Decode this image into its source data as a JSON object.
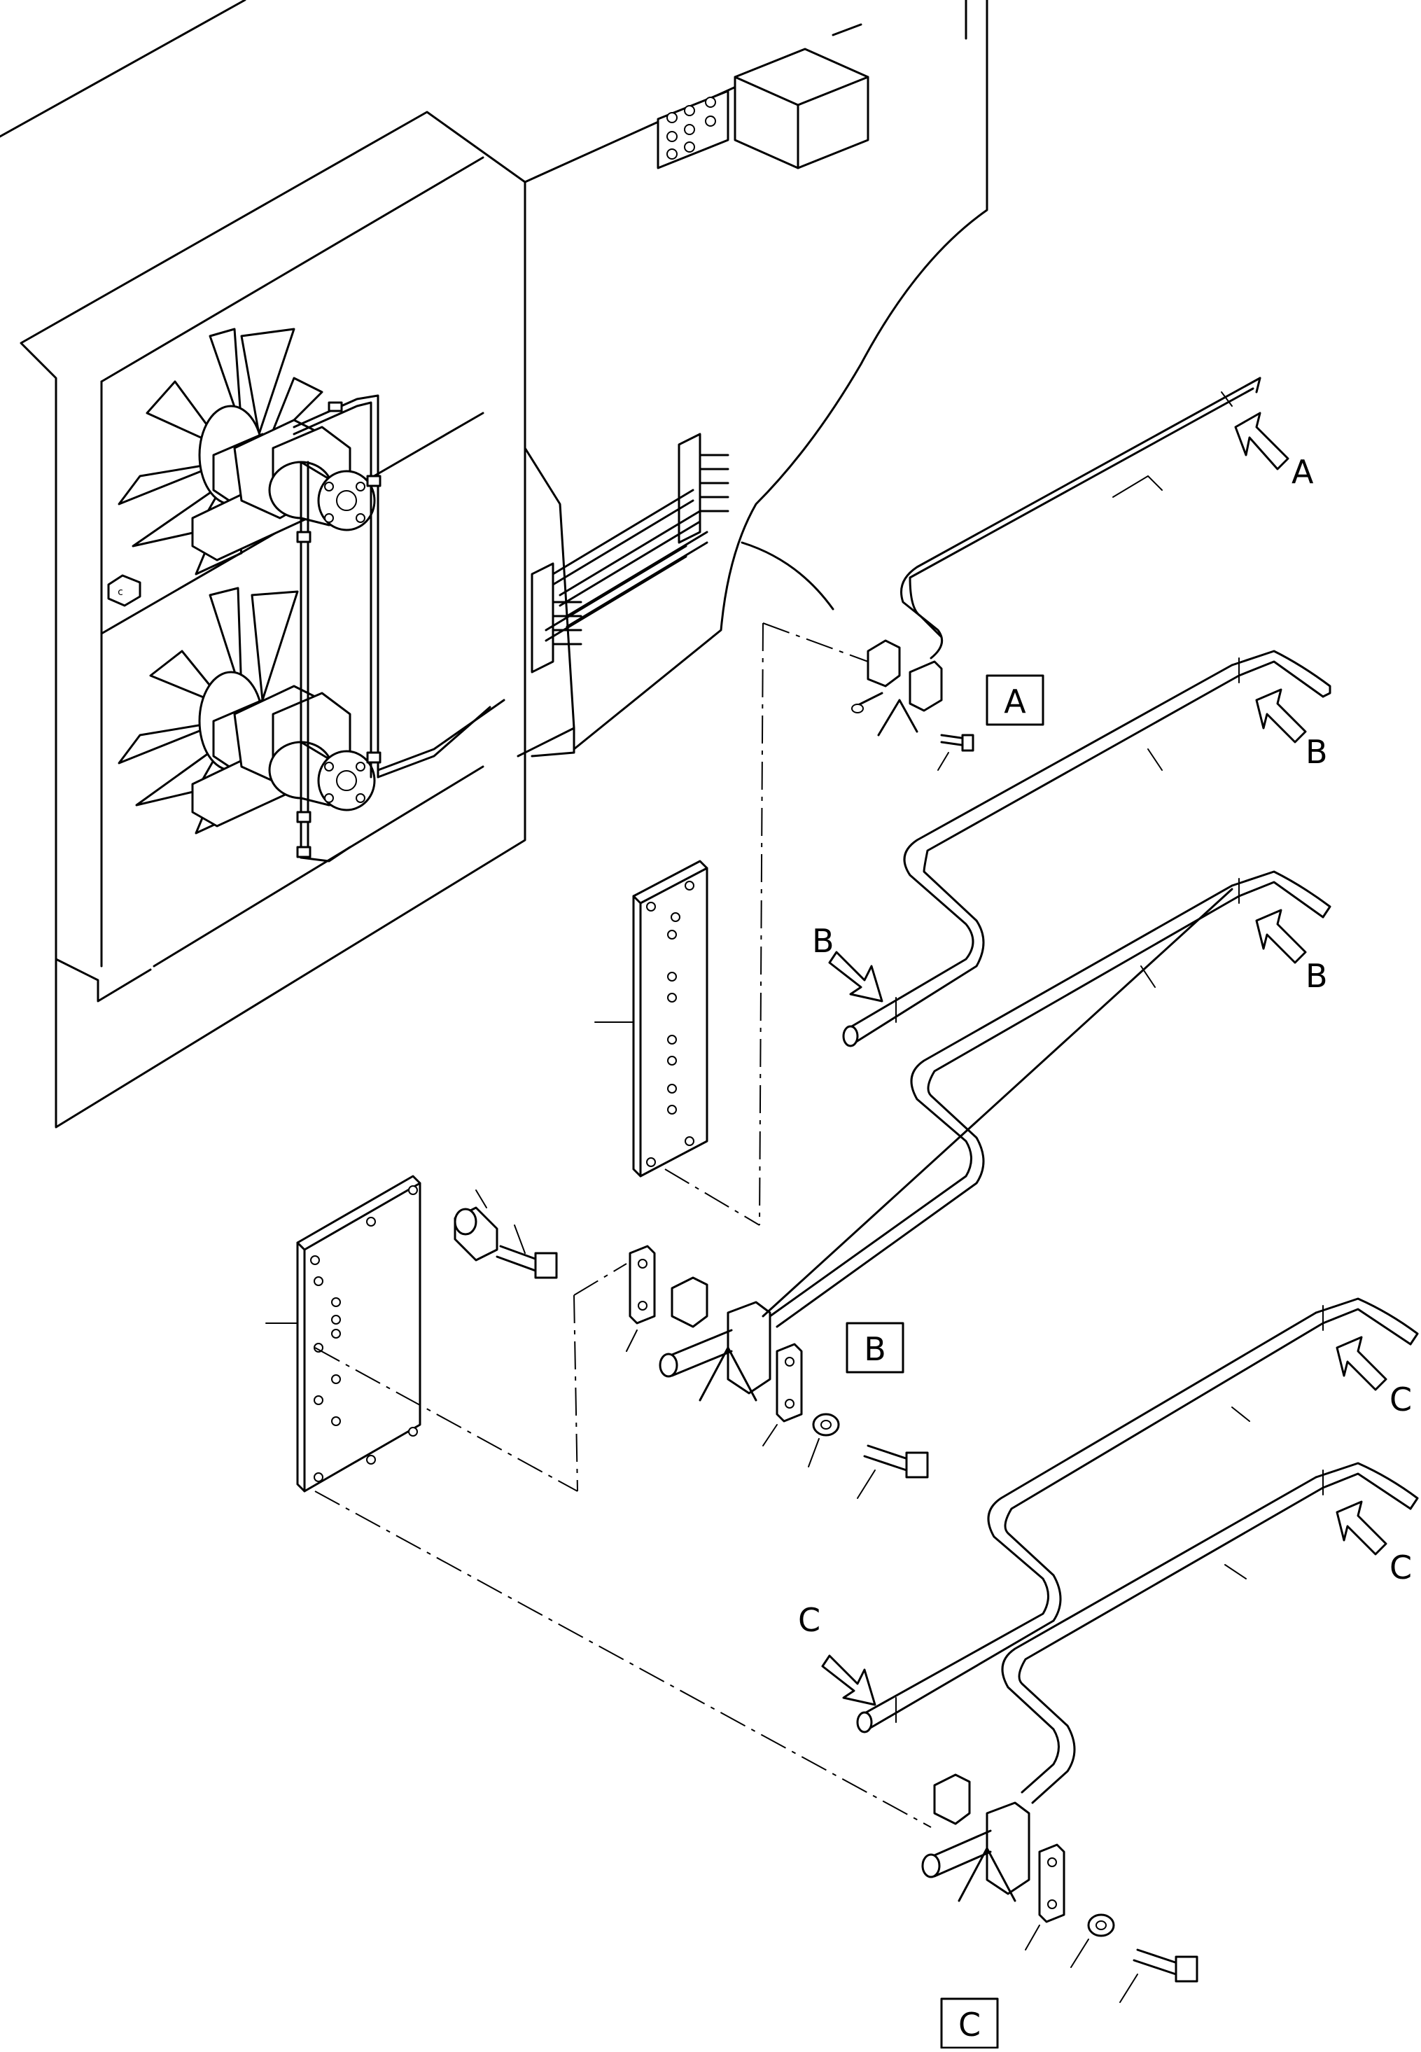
{
  "callouts": {
    "view_a": "A",
    "view_b": "B",
    "view_c": "C"
  },
  "arrow_labels": {
    "a": "A",
    "b1": "B",
    "b2": "B",
    "b3": "B",
    "c1": "C",
    "c2": "C",
    "c3": "C"
  },
  "fan_box_tag": "c"
}
